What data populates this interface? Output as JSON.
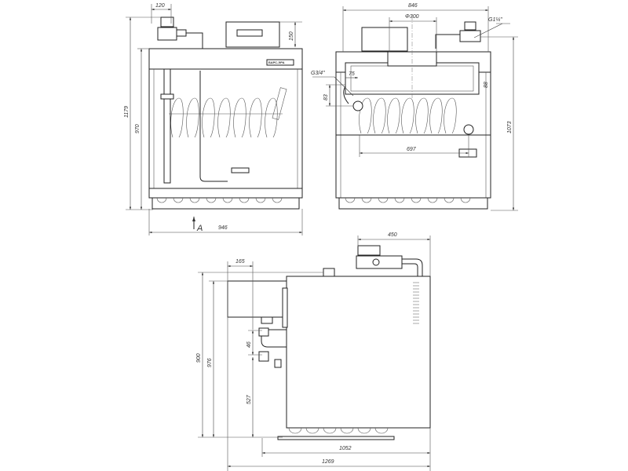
{
  "drawing": {
    "front_view": {
      "dims": {
        "valve_offset": "120",
        "overall_height": "1179",
        "body_height": "970",
        "control_box_height": "150",
        "width": "946"
      },
      "plate_label": "БАРС-ЭРА",
      "view_marker": "A"
    },
    "rear_view": {
      "dims": {
        "width": "846",
        "flue_diameter": "Φ300",
        "gas_connection": "G1¼\"",
        "water_connection": "G3/4\"",
        "pipe_offset": "75",
        "pipe_height": "83",
        "burner_span": "697",
        "height": "1073",
        "side_gap": "88"
      }
    },
    "side_view": {
      "dims": {
        "valve_depth": "450",
        "flue_offset": "165",
        "height_900": "900",
        "height_976": "976",
        "pipe_spacing": "46",
        "pipe_height": "527",
        "depth": "1052",
        "overall_depth": "1269"
      }
    }
  }
}
